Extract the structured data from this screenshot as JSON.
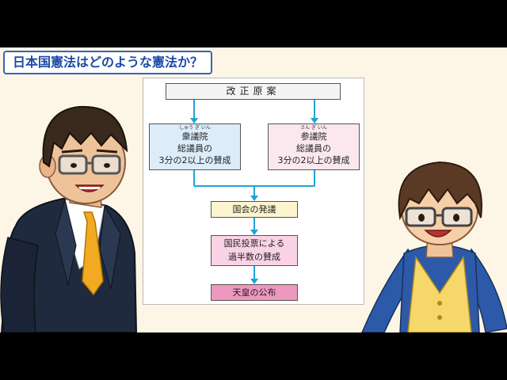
{
  "title": "日本国憲法はどのような憲法か？",
  "flowchart": {
    "proposal": "改正原案",
    "house_lower": {
      "ruby": "しゅう ぎ いん",
      "name": "衆議院",
      "line2": "総議員の",
      "line3": "3分の2以上の賛成"
    },
    "house_upper": {
      "ruby": "さん ぎ いん",
      "name": "参議院",
      "line2": "総議員の",
      "line3": "3分の2以上の賛成"
    },
    "diet": "国会の発議",
    "referendum": {
      "line1": "国民投票による",
      "line2": "過半数の賛成"
    },
    "promulgation": "天皇の公布"
  },
  "colors": {
    "background": "#fdf6e6",
    "title_border": "#3a63b8",
    "arrow": "#1fa3d6",
    "lower_house_fill": "#dcecf9",
    "upper_house_fill": "#fae8ee",
    "diet_fill": "#fdf5cf",
    "referendum_fill": "#f9d3e5",
    "promulgation_fill": "#ee97bf"
  }
}
